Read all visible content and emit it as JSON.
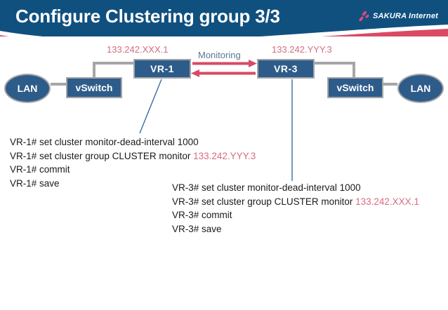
{
  "header": {
    "title": "Configure Clustering group 3/3",
    "logo_text": "SAKURA Internet",
    "logo_icon": "sakura-petal-icon",
    "bg_color": "#10507f",
    "wave_color": "#d94a64"
  },
  "diagram": {
    "left": {
      "lan_label": "LAN",
      "vswitch_label": "vSwitch",
      "router_label": "VR-1",
      "ip_label": "133.242.XXX.1"
    },
    "right": {
      "lan_label": "LAN",
      "vswitch_label": "vSwitch",
      "router_label": "VR-3",
      "ip_label": "133.242.YYY.3"
    },
    "monitoring_label": "Monitoring",
    "node_color": "#2e5c8a",
    "node_border_color": "#a6a6a6",
    "arrow_color": "#d94a64",
    "ip_color": "#d66c80",
    "monitoring_color": "#5b7796"
  },
  "commands": {
    "block1": [
      {
        "prompt": "VR-1# ",
        "text": "set cluster monitor-dead-interval 1000",
        "ip": ""
      },
      {
        "prompt": "VR-1# ",
        "text": "set cluster group CLUSTER monitor ",
        "ip": "133.242.YYY.3"
      },
      {
        "prompt": "VR-1# ",
        "text": "commit",
        "ip": ""
      },
      {
        "prompt": "VR-1# ",
        "text": "save",
        "ip": ""
      }
    ],
    "block2": [
      {
        "prompt": "VR-3# ",
        "text": "set cluster monitor-dead-interval 1000",
        "ip": ""
      },
      {
        "prompt": "VR-3# ",
        "text": "set cluster group CLUSTER monitor ",
        "ip": "133.242.XXX.1"
      },
      {
        "prompt": "VR-3# ",
        "text": "commit",
        "ip": ""
      },
      {
        "prompt": "VR-3# ",
        "text": "save",
        "ip": ""
      }
    ]
  }
}
